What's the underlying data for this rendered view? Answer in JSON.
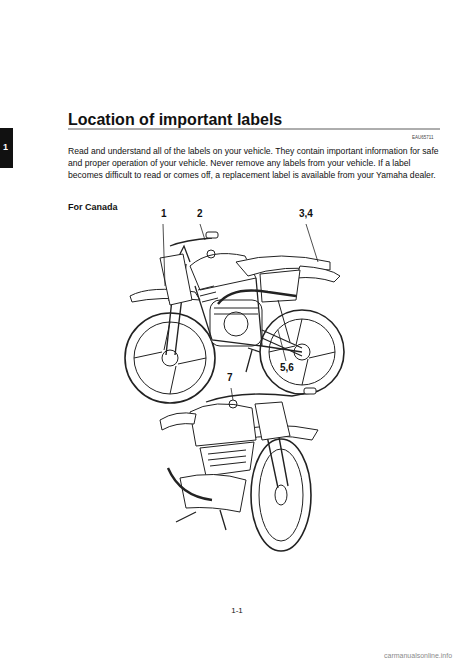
{
  "diagram": {
    "title": "Location of important labels",
    "labels": [
      "1",
      "EAU65711",
      "Read and understand all of the labels on your vehicle. They contain important information for safe and proper operation of your vehicle. Never remove any labels from your vehicle. If a label becomes difficult to read or comes off, a replacement label is available from your Yamaha dealer.",
      "For Canada",
      "1",
      "2",
      "3,4",
      "5,6",
      "7",
      "1-1",
      "carmanualsonline.info"
    ]
  }
}
